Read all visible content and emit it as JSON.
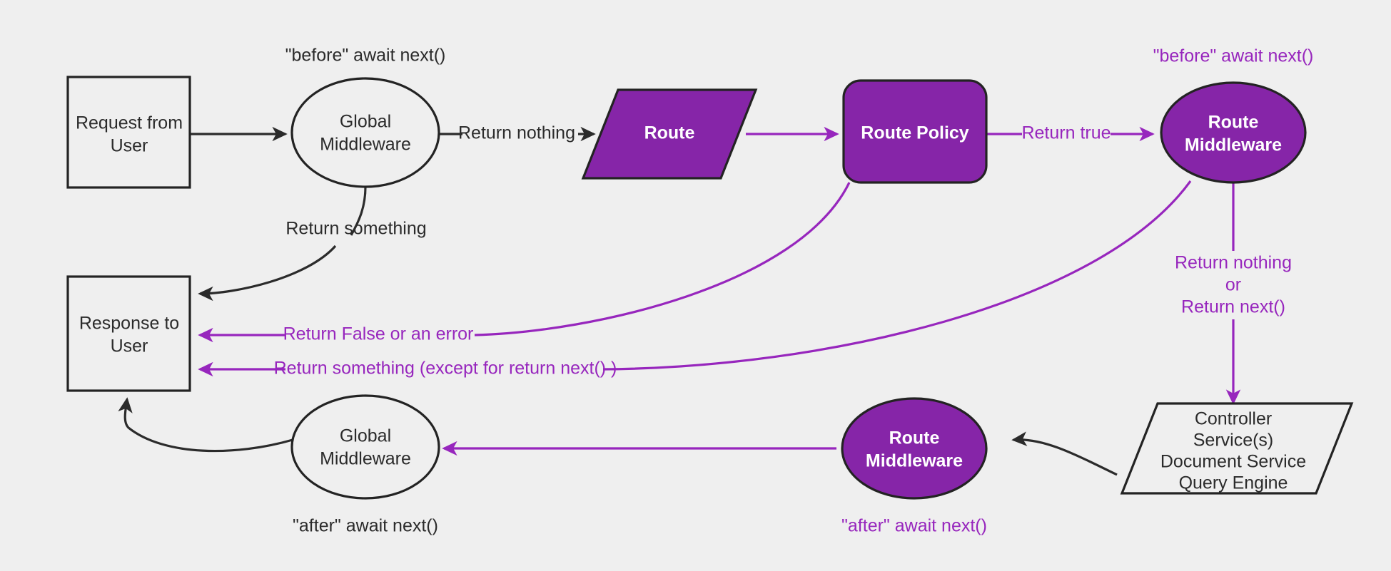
{
  "diagram": {
    "title": "Request lifecycle middleware flow",
    "background_color": "#efefef",
    "accent_purple": "#8625a8",
    "line_purple": "#9726bd",
    "line_dark": "#2b2b2b"
  },
  "nodes": {
    "request_from_user": {
      "line1": "Request from",
      "line2": "User",
      "shape": "rectangle"
    },
    "global_middleware_top": {
      "line1": "Global",
      "line2": "Middleware",
      "shape": "ellipse"
    },
    "route": {
      "line1": "Route",
      "shape": "parallelogram"
    },
    "route_policy": {
      "line1": "Route Policy",
      "shape": "rounded-rectangle"
    },
    "route_middleware_top": {
      "line1": "Route",
      "line2": "Middleware",
      "shape": "ellipse"
    },
    "controller_stack": {
      "line1": "Controller",
      "line2": "Service(s)",
      "line3": "Document Service",
      "line4": "Query Engine",
      "shape": "parallelogram"
    },
    "route_middleware_bottom": {
      "line1": "Route",
      "line2": "Middleware",
      "shape": "ellipse"
    },
    "global_middleware_bottom": {
      "line1": "Global",
      "line2": "Middleware",
      "shape": "ellipse"
    },
    "response_to_user": {
      "line1": "Response to",
      "line2": "User",
      "shape": "rectangle"
    }
  },
  "annotations": {
    "before_await_next_global": "\"before\" await next()",
    "before_await_next_route": "\"before\" await next()",
    "after_await_next_global": "\"after\" await next()",
    "after_await_next_route": "\"after\" await next()"
  },
  "edge_labels": {
    "return_nothing": "Return nothing",
    "return_true": "Return true",
    "return_something_global": "Return something",
    "return_false_or_error": "Return False or an error",
    "return_something_except": "Return something (except for return next() )",
    "return_nothing_or_next_l1": "Return nothing",
    "return_nothing_or_next_l2": "or",
    "return_nothing_or_next_l3": "Return next()"
  }
}
